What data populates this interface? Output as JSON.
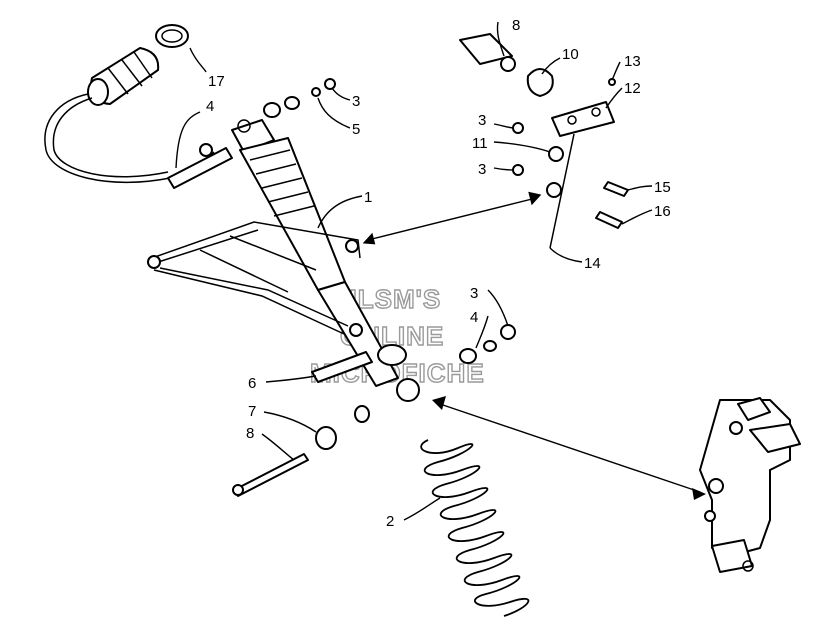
{
  "callouts": {
    "c1": "1",
    "c2": "2",
    "c3a": "3",
    "c3b": "3",
    "c3c": "3",
    "c3d": "3",
    "c4a": "4",
    "c4b": "4",
    "c5": "5",
    "c6": "6",
    "c7": "7",
    "c8a": "8",
    "c8b": "8",
    "c10": "10",
    "c11": "11",
    "c12": "12",
    "c13": "13",
    "c14": "14",
    "c15": "15",
    "c16": "16",
    "c17": "17"
  },
  "watermark": {
    "line1": "HLSM'S",
    "line2": "ONLINE",
    "line3": "MICROFICHE"
  },
  "colors": {
    "ink": "#000000",
    "paper": "#ffffff",
    "watermark": "#9a9a9a"
  }
}
